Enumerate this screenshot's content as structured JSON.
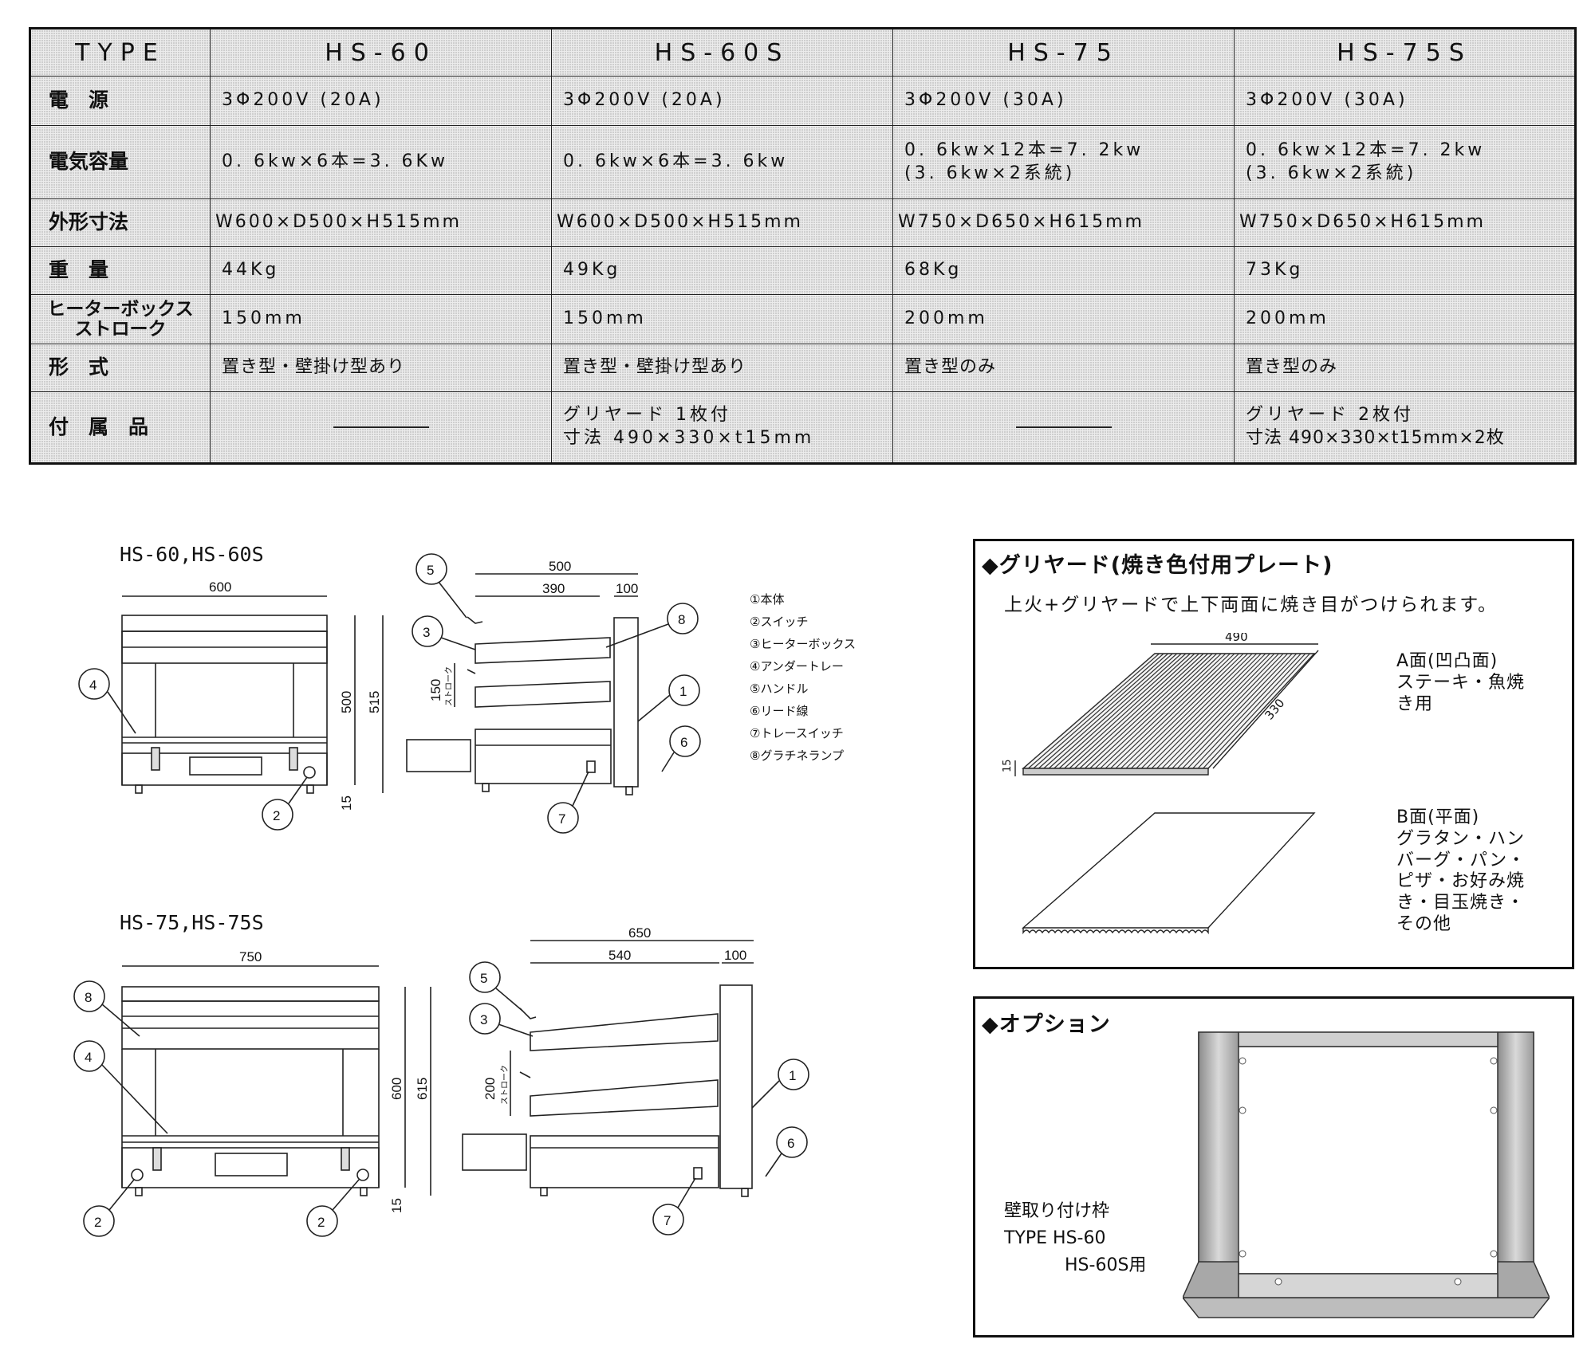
{
  "spec_table": {
    "header": {
      "type": "TYPE",
      "models": [
        "HS-60",
        "HS-60S",
        "HS-75",
        "HS-75S"
      ]
    },
    "rows": [
      {
        "label": "電　源",
        "values": [
          "3Φ200V (20A)",
          "3Φ200V (20A)",
          "3Φ200V (30A)",
          "3Φ200V (30A)"
        ]
      },
      {
        "label": "電気容量",
        "values": [
          "0. 6kw×6本=3. 6Kw",
          "0. 6kw×6本=3. 6kw",
          "0. 6kw×12本=7. 2kw",
          "0. 6kw×12本=7. 2kw"
        ],
        "notes": [
          "",
          "",
          "(3. 6kw×2系統)",
          "(3. 6kw×2系統)"
        ]
      },
      {
        "label": "外形寸法",
        "values": [
          "W600×D500×H515mm",
          "W600×D500×H515mm",
          "W750×D650×H615mm",
          "W750×D650×H615mm"
        ]
      },
      {
        "label": "重　量",
        "values": [
          "44Kg",
          "49Kg",
          "68Kg",
          "73Kg"
        ]
      },
      {
        "label": "ヒーターボックス",
        "label2": "ストローク",
        "values": [
          "150mm",
          "150mm",
          "200mm",
          "200mm"
        ]
      },
      {
        "label": "形　式",
        "values": [
          "置き型・壁掛け型あり",
          "置き型・壁掛け型あり",
          "置き型のみ",
          "置き型のみ"
        ]
      },
      {
        "label": "付　属　品",
        "values": [
          "",
          "グリヤード 1枚付",
          "",
          "グリヤード 2枚付"
        ],
        "notes": [
          "",
          "寸法 490×330×t15mm",
          "",
          "寸法 490×330×t15mm×2枚"
        ]
      }
    ]
  },
  "drawings": {
    "small": {
      "caption": "HS-60,HS-60S",
      "front": {
        "width": "600",
        "heights": [
          "500",
          "515"
        ],
        "foot": "15"
      },
      "side": {
        "depth": "500",
        "inner": "390",
        "back": "100",
        "stroke": "150",
        "stroke_label": "ストローク"
      }
    },
    "large": {
      "caption": "HS-75,HS-75S",
      "front": {
        "width": "750",
        "heights": [
          "600",
          "615"
        ],
        "foot": "15"
      },
      "side": {
        "depth": "650",
        "inner": "540",
        "back": "100",
        "stroke": "200",
        "stroke_label": "ストローク"
      }
    },
    "callouts": [
      "1",
      "2",
      "3",
      "4",
      "5",
      "6",
      "7",
      "8"
    ],
    "legend": [
      "①本体",
      "②スイッチ",
      "③ヒーターボックス",
      "④アンダートレー",
      "⑤ハンドル",
      "⑥リード線",
      "⑦トレースイッチ",
      "⑧グラチネランプ"
    ]
  },
  "griddle_panel": {
    "title": "◆グリヤード(焼き色付用プレート)",
    "description": "上火+グリヤードで上下両面に焼き目がつけられます。",
    "dims": {
      "length": "490",
      "width": "330",
      "thickness": "15"
    },
    "face_a": [
      "A面(凹凸面)",
      "ステーキ・魚焼",
      "き用"
    ],
    "face_b": [
      "B面(平面)",
      "グラタン・ハン",
      "バーグ・パン・",
      "ピザ・お好み焼",
      "き・目玉焼き・",
      "その他"
    ]
  },
  "option_panel": {
    "title": "◆オプション",
    "caption": [
      "壁取り付け枠",
      "TYPE HS-60",
      "HS-60S用"
    ]
  }
}
